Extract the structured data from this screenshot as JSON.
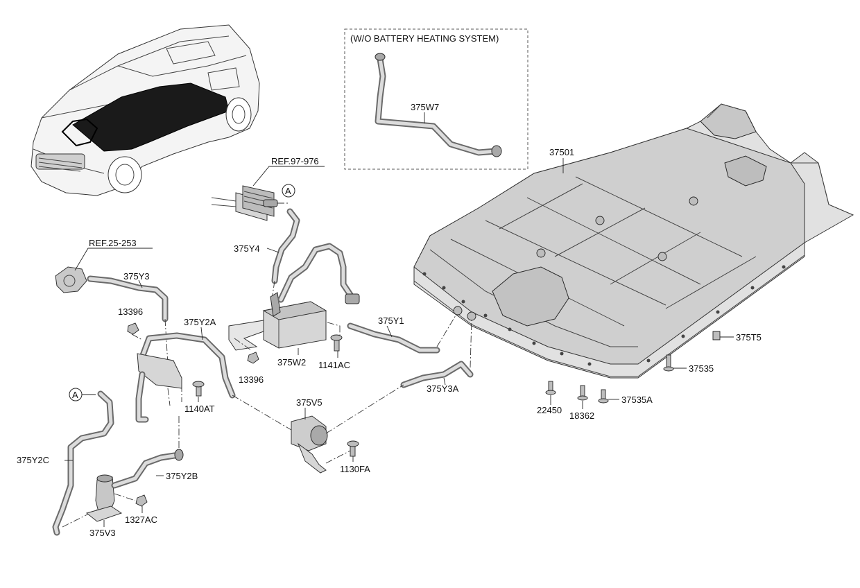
{
  "inset_title": "(W/O BATTERY HEATING SYSTEM)",
  "refs": {
    "ref_97_976": "REF.97-976",
    "ref_25_253": "REF.25-253"
  },
  "connector_mark": "A",
  "labels": {
    "p375W7": "375W7",
    "p37501": "37501",
    "p375Y4": "375Y4",
    "p375Y3": "375Y3",
    "p13396a": "13396",
    "p375Y2A": "375Y2A",
    "p375Y1": "375Y1",
    "p375W2": "375W2",
    "p1141AC": "1141AC",
    "p13396b": "13396",
    "p375T5": "375T5",
    "p37535": "37535",
    "p375Y3A": "375Y3A",
    "p1140AT": "1140AT",
    "p375V5": "375V5",
    "p22450": "22450",
    "p18362": "18362",
    "p37535A": "37535A",
    "p375Y2C": "375Y2C",
    "p375Y2B": "375Y2B",
    "p1130FA": "1130FA",
    "p1327AC": "1327AC",
    "p375V3": "375V3"
  }
}
